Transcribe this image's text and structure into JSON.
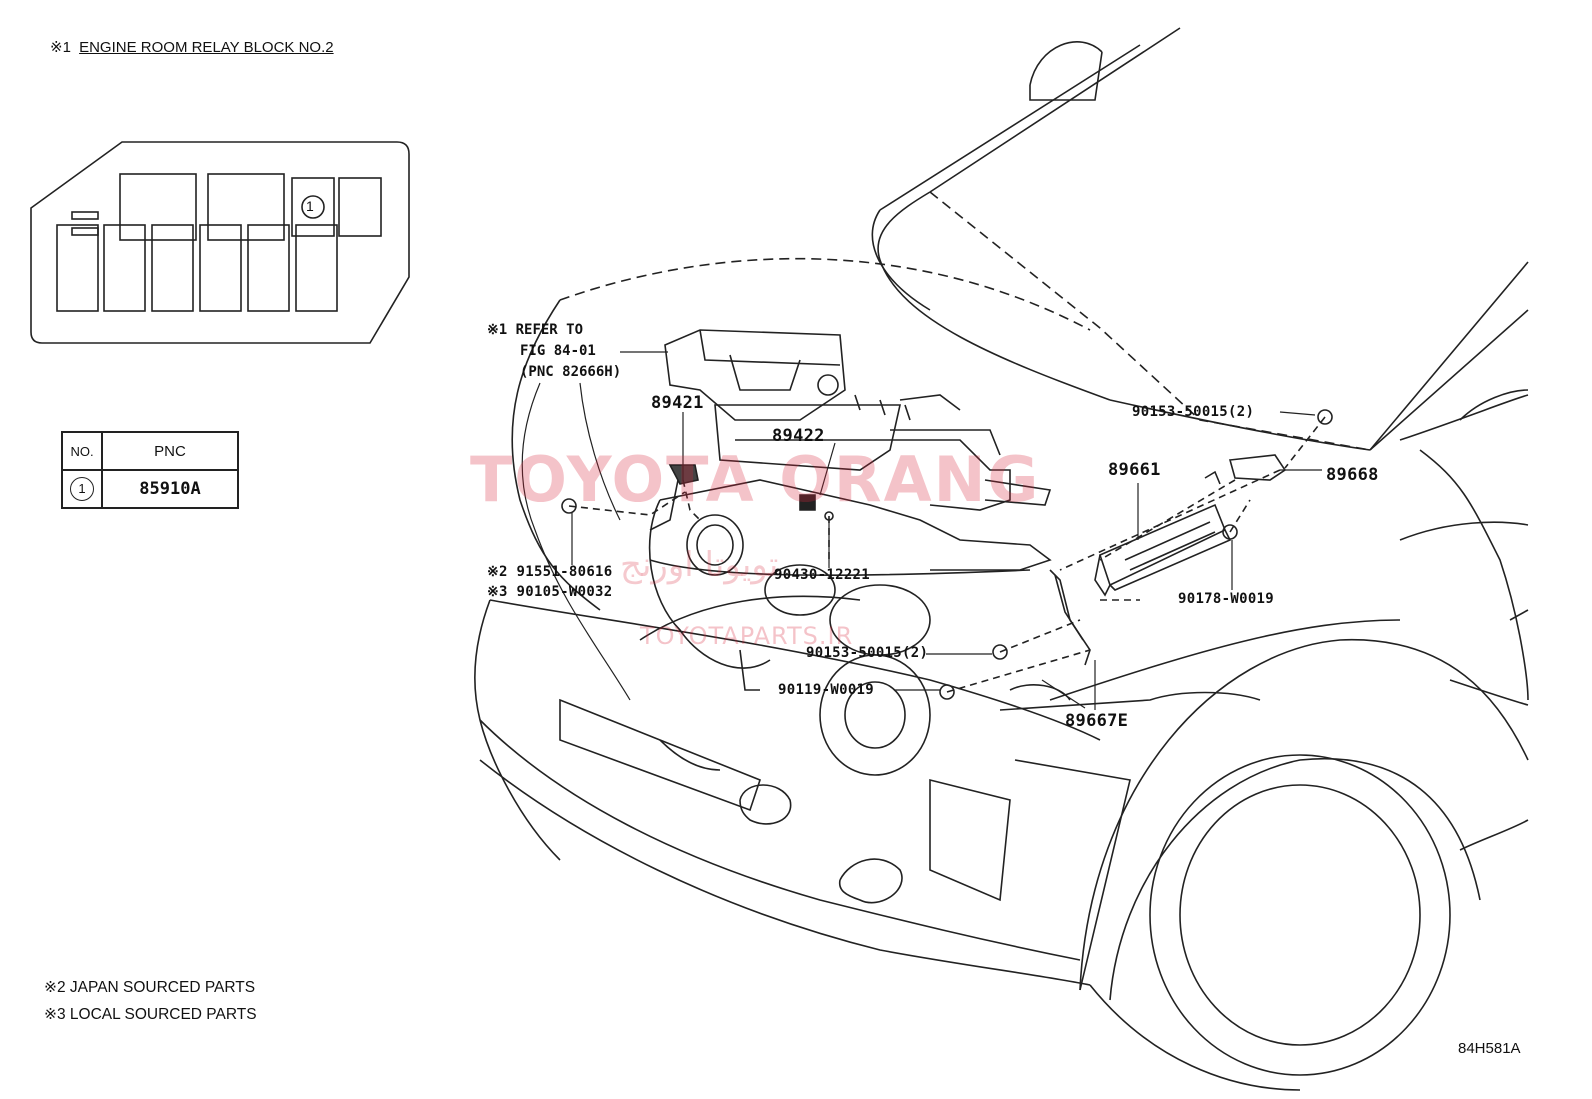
{
  "title": {
    "mark": "※1",
    "text": "ENGINE ROOM RELAY BLOCK NO.2"
  },
  "relay_block": {
    "circled_label": "1"
  },
  "table": {
    "header_no": "NO.",
    "header_pnc": "PNC",
    "rows": [
      {
        "no": "1",
        "pnc": "85910A"
      }
    ]
  },
  "reference": {
    "line1": "※1 REFER TO",
    "line2": "FIG 84-01",
    "line3": "(PNC 82666H)"
  },
  "parts": {
    "p89421": "89421",
    "p89422": "89422",
    "p89661": "89661",
    "p89668": "89668",
    "p89667e": "89667E",
    "p90153a": "90153-50015(2)",
    "p90153b": "90153-50015(2)",
    "p90178": "90178-W0019",
    "p90430": "90430-12221",
    "p91551": "※2 91551-80616",
    "p90105": "※3 90105-W0032",
    "p90119": "90119-W0019"
  },
  "notes": {
    "japan": "※2 JAPAN SOURCED PARTS",
    "local": "※3 LOCAL SOURCED PARTS"
  },
  "figure_code": "84H581A",
  "watermark": {
    "main": "TOYOTA ORANG",
    "arabic": "تويوتا اورنج",
    "site": "TOYOTAPARTS.IR"
  }
}
